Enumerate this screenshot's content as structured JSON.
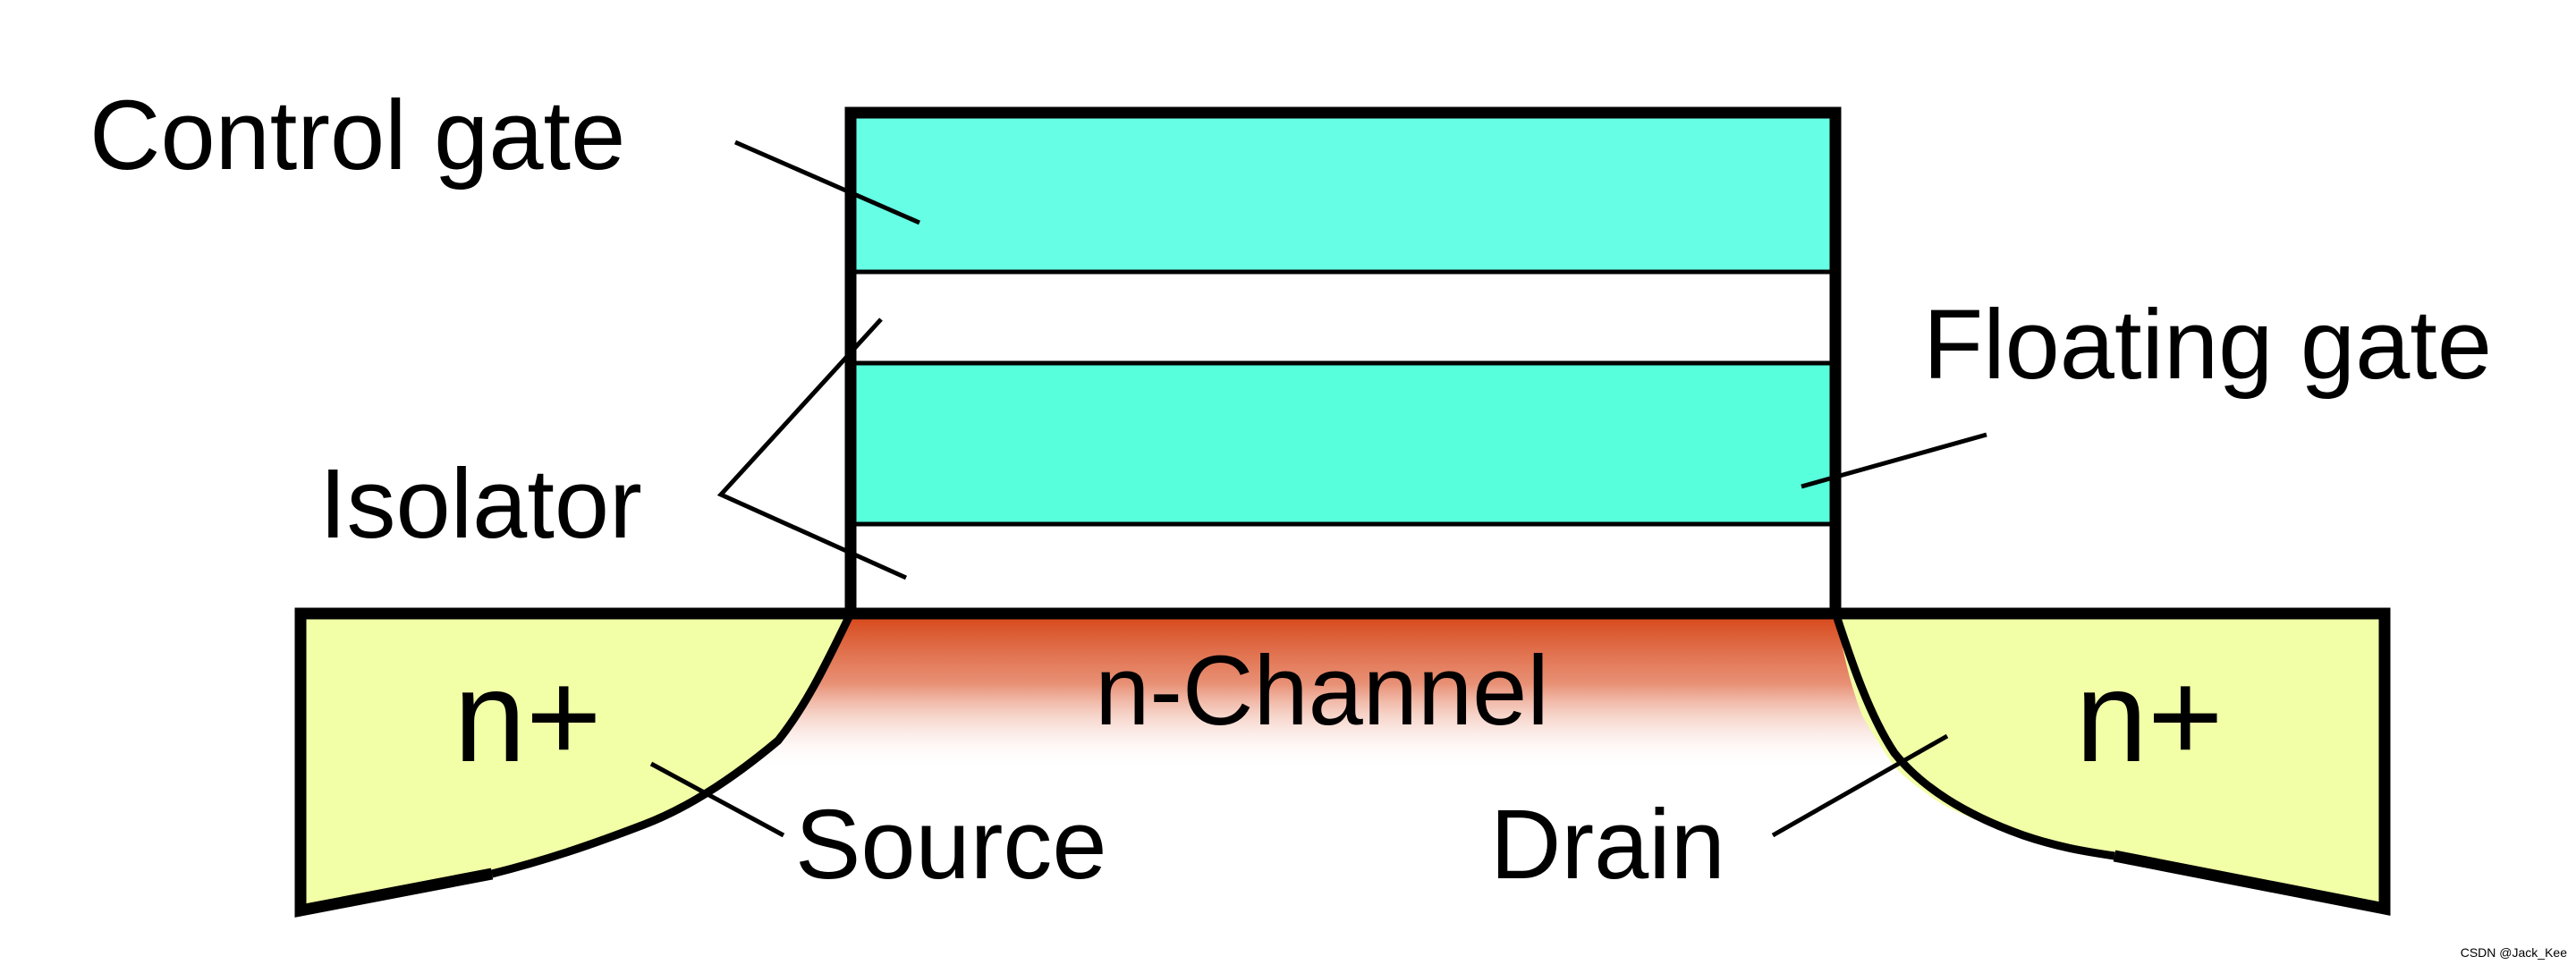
{
  "labels": {
    "control_gate": "Control gate",
    "floating_gate": "Floating gate",
    "isolator": "Isolator",
    "channel": "n-Channel",
    "source_region": "n+",
    "drain_region": "n+",
    "source": "Source",
    "drain": "Drain",
    "watermark": "CSDN @Jack_Kee"
  },
  "colors": {
    "gate": "#66ffe6",
    "floating_gate": "#58ffdc",
    "isolator": "#ffffff",
    "doped_region": "#f2ffa6",
    "channel": "#d64516",
    "outline": "#000000"
  }
}
